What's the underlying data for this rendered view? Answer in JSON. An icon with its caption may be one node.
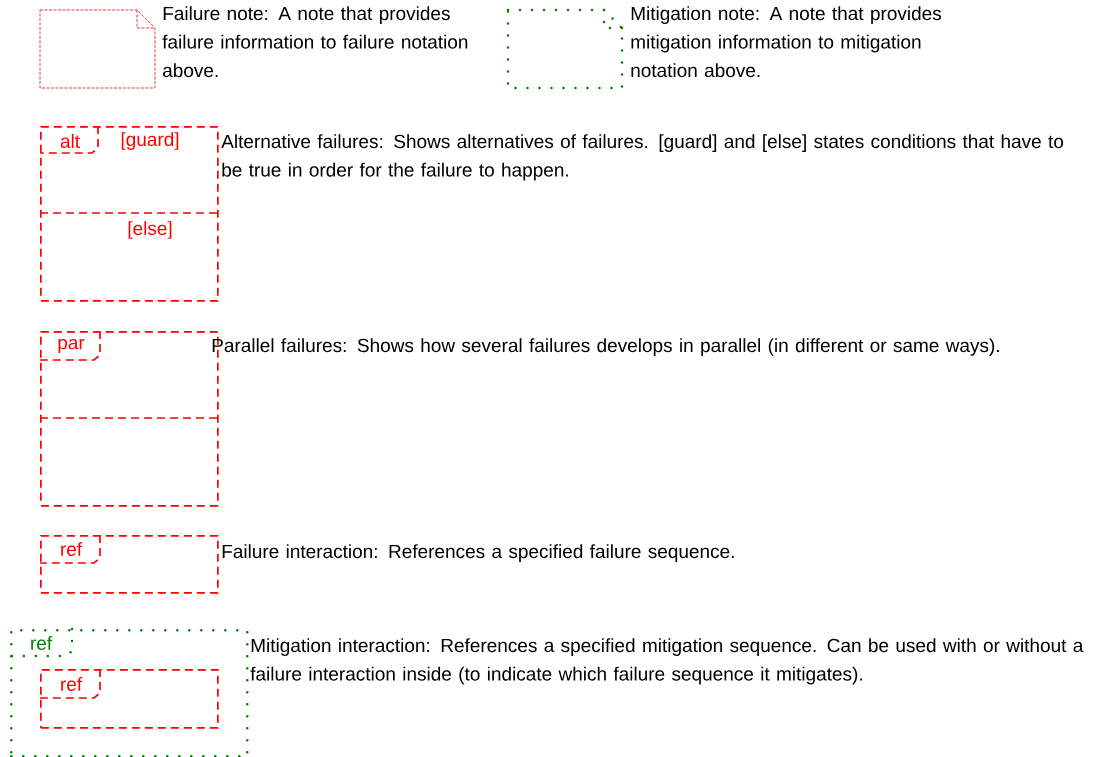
{
  "diagram": {
    "nodes": [
      {
        "text": [],
        "shape": "note",
        "beside": [
          "Failure note: A note that provides failure information to failure notation above."
        ]
      },
      {
        "text": [],
        "shape": "note",
        "beside": [
          "Mitigation note: A note that provides mitigation information to mitigation notation above."
        ]
      },
      {
        "text": [
          "alt",
          "[guard]",
          "[else]"
        ],
        "beside": [
          "Alternative failures: Shows alternatives of failures. [guard] and [else] states conditions that have to be true in order for the failure to happen."
        ]
      },
      {
        "text": [
          "par"
        ],
        "beside": [
          "Parallel failures: Shows how several failures develops in parallel (in different or same ways)."
        ]
      },
      {
        "text": [
          "ref"
        ],
        "beside": [
          "Failure interaction: References a specified failure sequence."
        ]
      },
      {
        "text": [
          "ref"
        ],
        "beside": [
          "Mitigation interaction: References a specified mitigation sequence. Can be used with or without a failure interaction inside (to indicate which failure sequence it mitigates)."
        ]
      },
      {
        "text": [
          "ref"
        ],
        "in": 5
      }
    ]
  }
}
